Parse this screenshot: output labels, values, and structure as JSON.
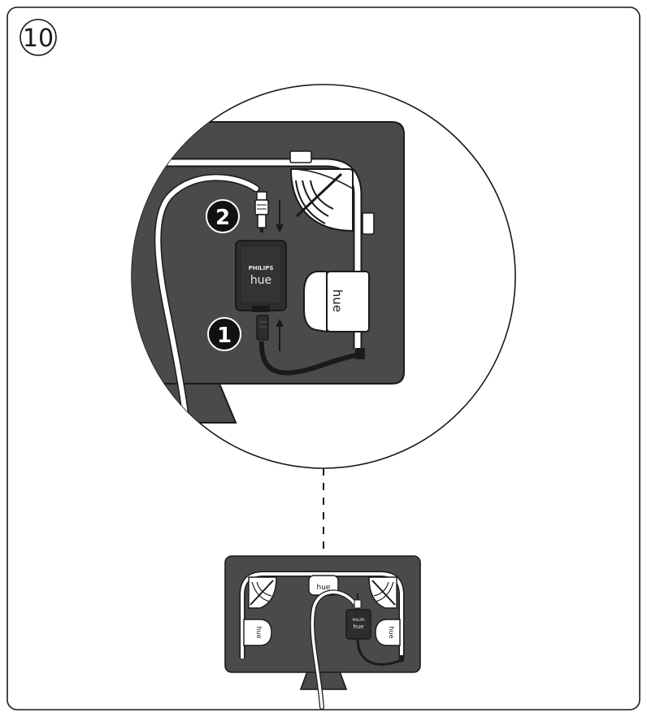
{
  "step": {
    "number": "10"
  },
  "callouts": [
    {
      "label": "1"
    },
    {
      "label": "2"
    }
  ],
  "device": {
    "brand_top": "PHILIPS",
    "brand_bottom": "hue"
  },
  "mount": {
    "label": "hue"
  },
  "overview": {
    "center_label": "hue",
    "left_mount_label": "hue",
    "right_mount_label": "hue",
    "device_brand_top": "PHILIPS",
    "device_brand_bottom": "hue"
  },
  "colors": {
    "panel": "#4a4a4a",
    "stroke": "#1a1a1a",
    "white": "#ffffff",
    "device": "#2d2d2d"
  }
}
